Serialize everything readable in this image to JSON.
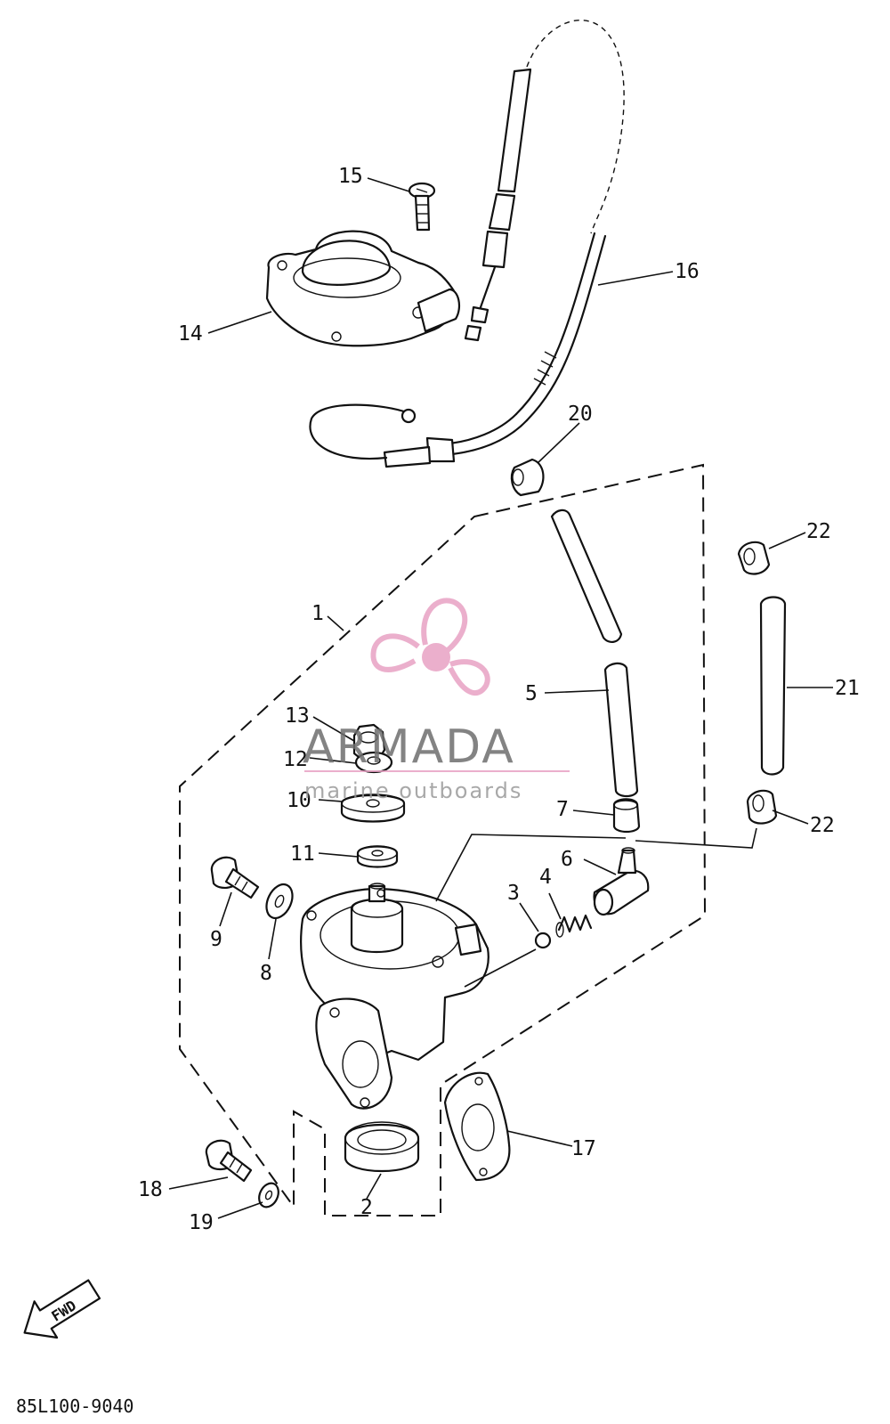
{
  "watermark": {
    "brand": "ARMADA",
    "tagline": "marine outboards",
    "color": "#e8a2c4"
  },
  "fwd_label": "FWD",
  "diagram_code": "85L100-9040",
  "callouts": [
    {
      "id": "1",
      "label": "1"
    },
    {
      "id": "2",
      "label": "2"
    },
    {
      "id": "3",
      "label": "3"
    },
    {
      "id": "4",
      "label": "4"
    },
    {
      "id": "5",
      "label": "5"
    },
    {
      "id": "6",
      "label": "6"
    },
    {
      "id": "7",
      "label": "7"
    },
    {
      "id": "8",
      "label": "8"
    },
    {
      "id": "9",
      "label": "9"
    },
    {
      "id": "10",
      "label": "10"
    },
    {
      "id": "11",
      "label": "11"
    },
    {
      "id": "12",
      "label": "12"
    },
    {
      "id": "13",
      "label": "13"
    },
    {
      "id": "14",
      "label": "14"
    },
    {
      "id": "15",
      "label": "15"
    },
    {
      "id": "16",
      "label": "16"
    },
    {
      "id": "17",
      "label": "17"
    },
    {
      "id": "18",
      "label": "18"
    },
    {
      "id": "19",
      "label": "19"
    },
    {
      "id": "20",
      "label": "20"
    },
    {
      "id": "21",
      "label": "21"
    },
    {
      "id": "22a",
      "label": "22"
    },
    {
      "id": "22b",
      "label": "22"
    }
  ]
}
